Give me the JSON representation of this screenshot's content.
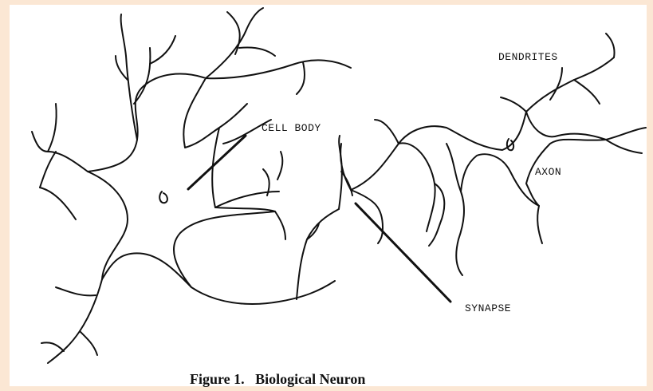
{
  "background": "#fbe7d4",
  "labels": {
    "cell_body": "CELL BODY",
    "dendrites": "DENDRITES",
    "axon": "AXON",
    "synapse": "SYNAPSE"
  },
  "caption": "Figure 1.   Biological Neuron"
}
